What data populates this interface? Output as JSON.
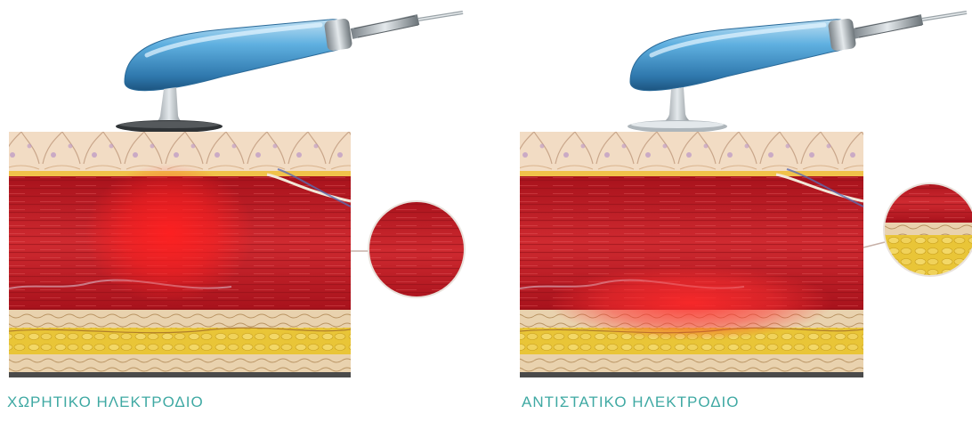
{
  "panels": [
    {
      "caption": "ΧΩΡΗΤΙΚΟ ΗΛΕΚΤΡΟΔΙΟ",
      "electrode_type": "capacitive",
      "heat_focus": "muscle"
    },
    {
      "caption": "ΑΝΤΙΣΤΑΤΙΚΟ ΗΛΕΚΤΡΟΔΙΟ",
      "electrode_type": "resistive",
      "heat_focus": "deep-tissue"
    }
  ],
  "colors": {
    "caption": "#3fa9a3",
    "handle": "#4f9fd0",
    "muscle": "#c8222b",
    "heat": "#ff1a1a",
    "fat": "#e7c22e",
    "skin": "#f0d6b8"
  }
}
